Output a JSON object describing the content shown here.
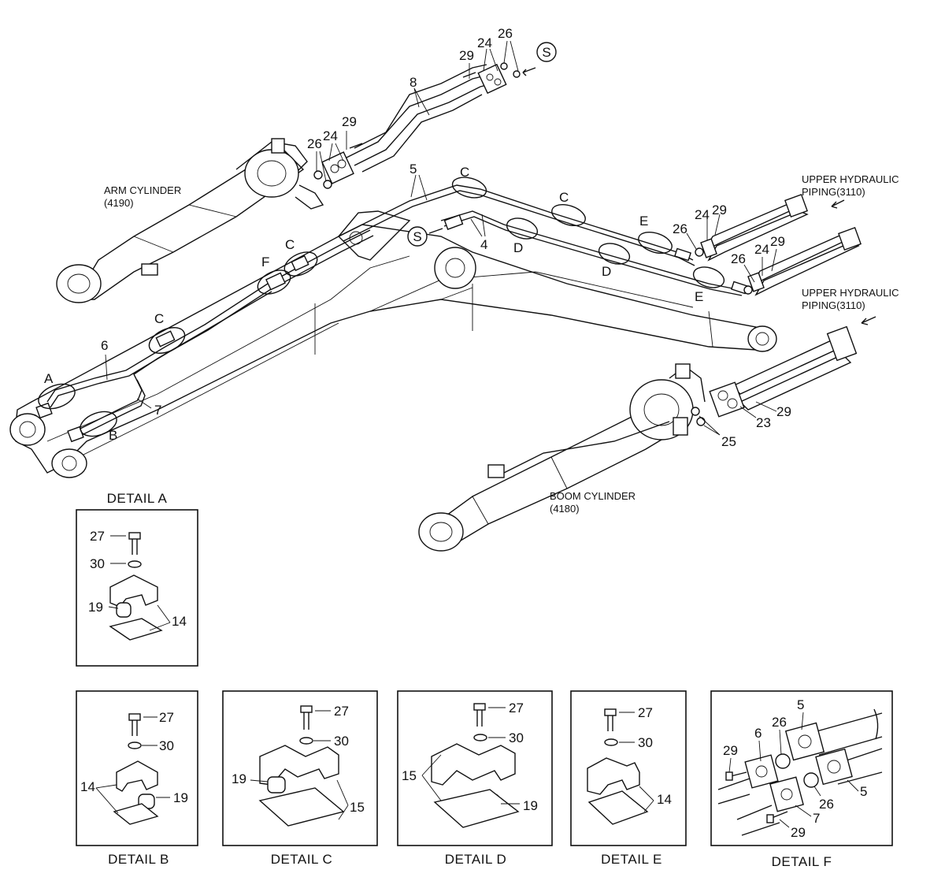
{
  "assembly_labels": {
    "arm_cylinder": "ARM CYLINDER",
    "arm_cylinder_code": "(4190)",
    "boom_cylinder": "BOOM CYLINDER",
    "boom_cylinder_code": "(4180)",
    "upper_piping_1a": "UPPER HYDRAULIC",
    "upper_piping_1b": "PIPING(3110)",
    "upper_piping_2a": "UPPER HYDRAULIC",
    "upper_piping_2b": "PIPING(3110)"
  },
  "section_marker": "S",
  "main_callouts": {
    "p8": "8",
    "p29a": "29",
    "p24a": "24",
    "p26a": "26",
    "p29b": "29",
    "p24b": "24",
    "p26b": "26",
    "p5": "5",
    "p4": "4",
    "p6": "6",
    "p7": "7",
    "p26c": "26",
    "p24c": "24",
    "p29c": "29",
    "p26d": "26",
    "p24d": "24",
    "p29d": "29",
    "p23": "23",
    "p29e": "29",
    "p25": "25"
  },
  "detail_markers": {
    "a": "A",
    "b": "B",
    "c1": "C",
    "c2": "C",
    "c3": "C",
    "c4": "C",
    "d1": "D",
    "d2": "D",
    "e1": "E",
    "e2": "E",
    "f": "F"
  },
  "details": {
    "a": {
      "title": "DETAIL  A",
      "bolt": "27",
      "washer": "30",
      "collar": "19",
      "clamp": "14"
    },
    "b": {
      "title": "DETAIL  B",
      "bolt": "27",
      "washer": "30",
      "clamp": "14",
      "collar": "19"
    },
    "c": {
      "title": "DETAIL  C",
      "bolt": "27",
      "washer": "30",
      "collar": "19",
      "clamp": "15"
    },
    "d": {
      "title": "DETAIL  D",
      "bolt": "27",
      "washer": "30",
      "clamp": "15",
      "collar": "19"
    },
    "e": {
      "title": "DETAIL  E",
      "bolt": "27",
      "washer": "30",
      "clamp": "14"
    },
    "f": {
      "title": "DETAIL  F",
      "pipe5a": "5",
      "oring26a": "26",
      "pipe6": "6",
      "bolt29a": "29",
      "oring26b": "26",
      "pipe5b": "5",
      "pipe7": "7",
      "bolt29b": "29"
    }
  }
}
